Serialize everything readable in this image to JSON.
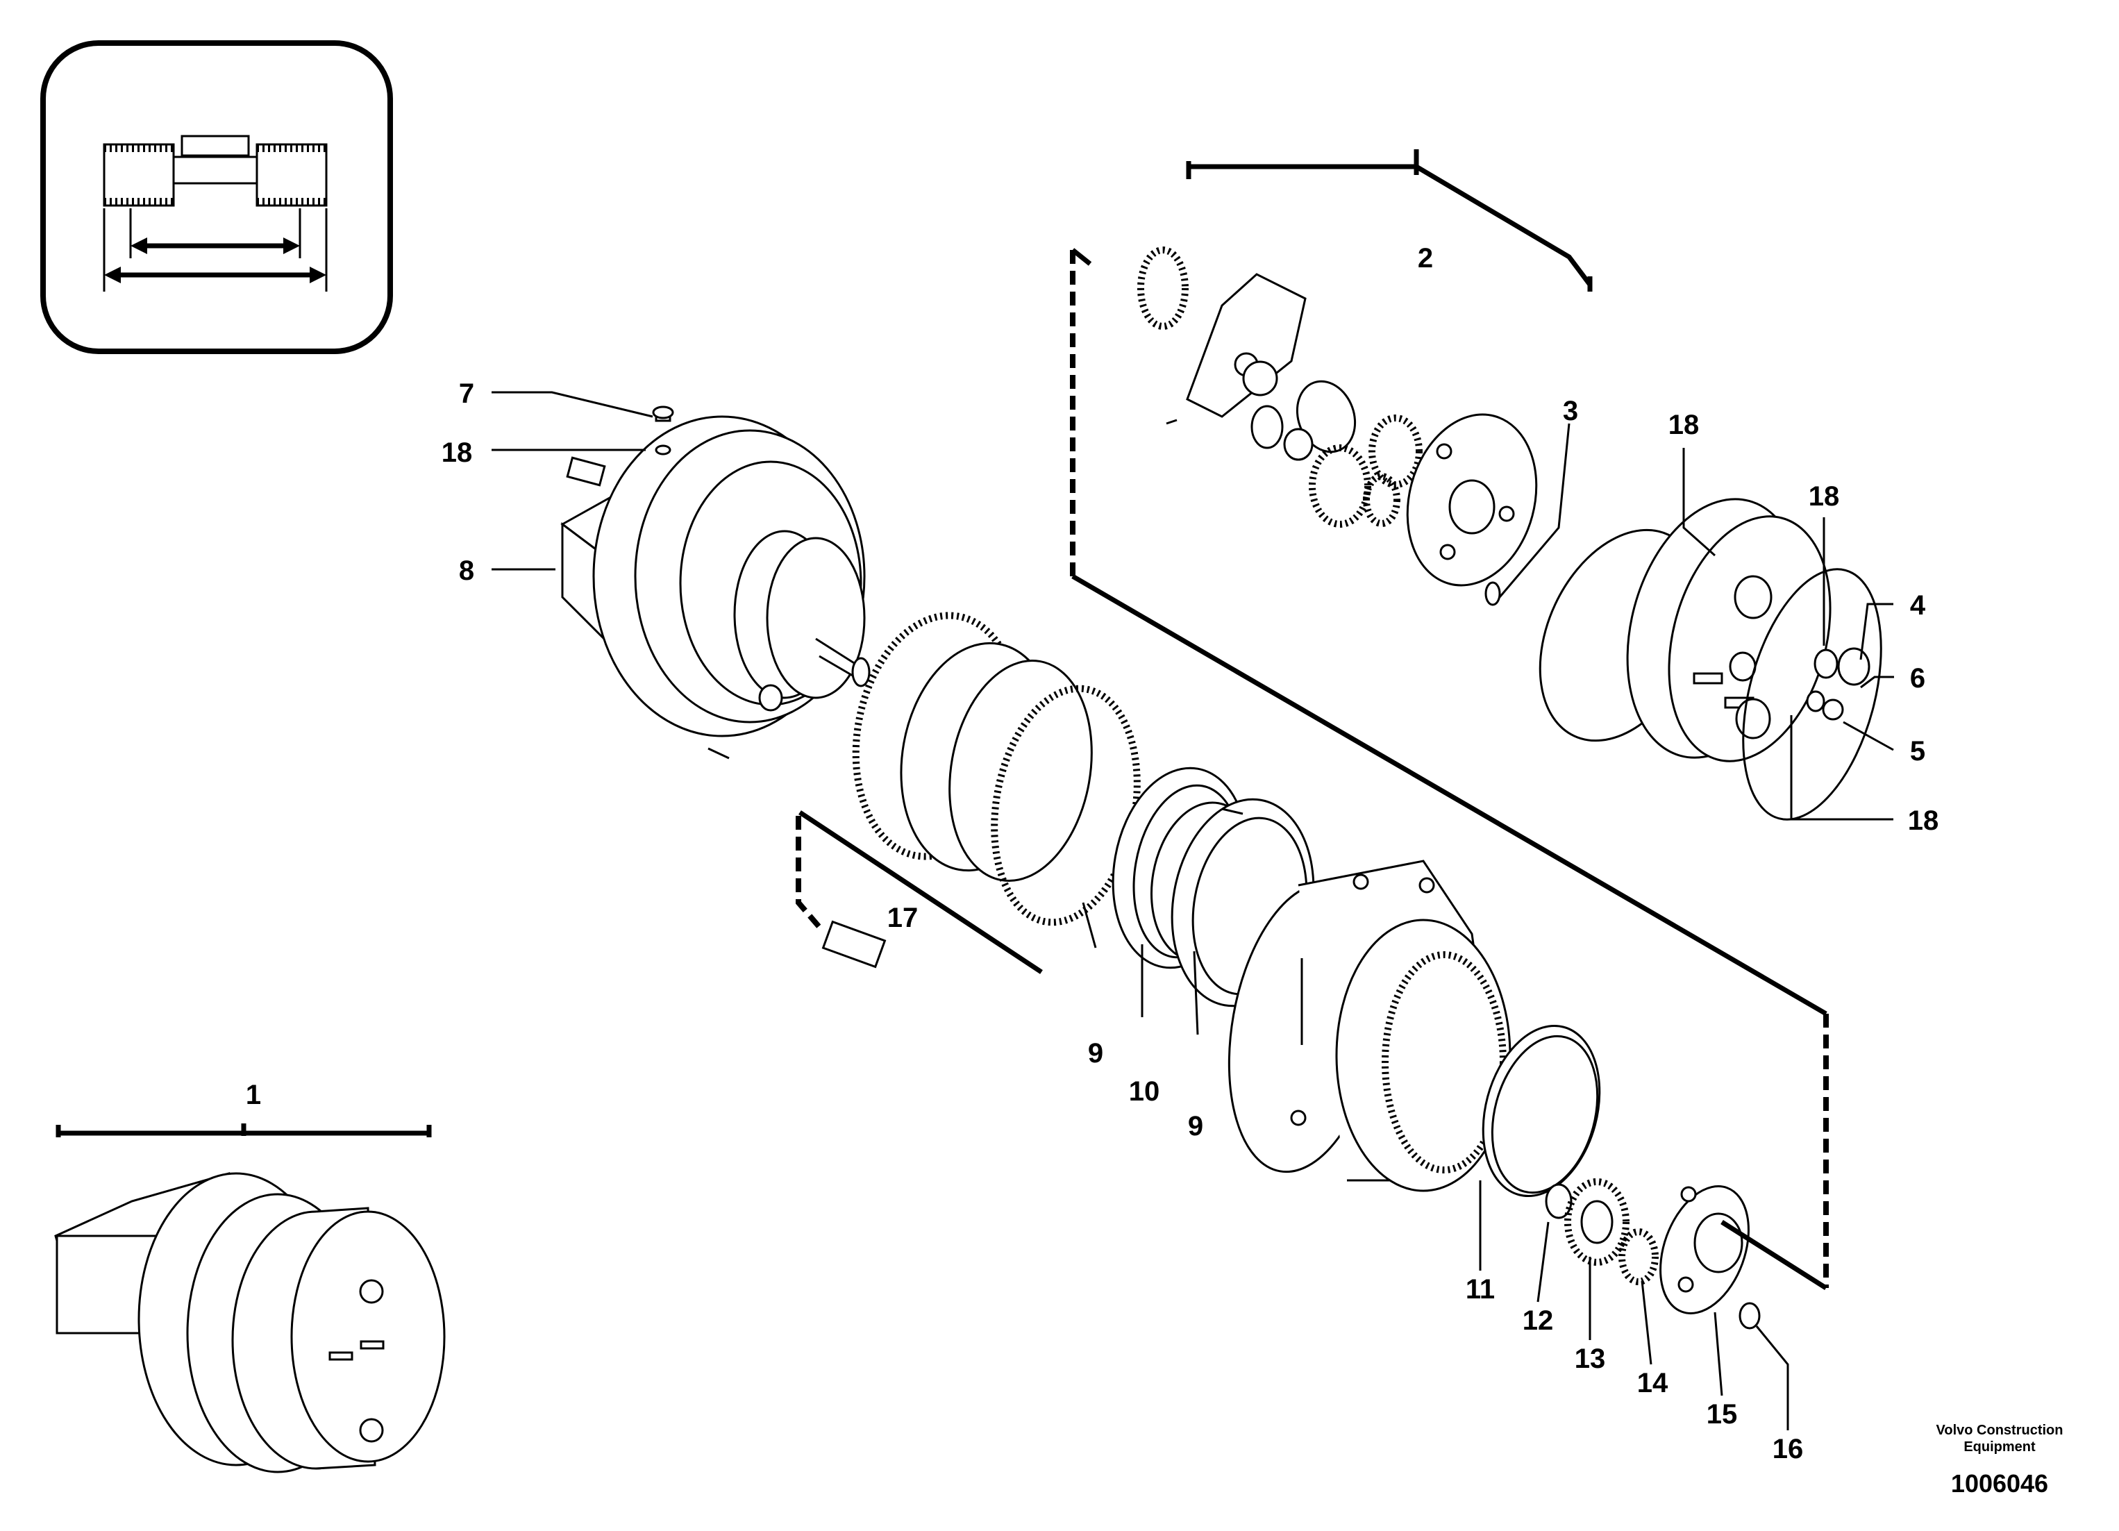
{
  "callouts": {
    "c1": "1",
    "c2": "2",
    "c3": "3",
    "c4": "4",
    "c5": "5",
    "c6": "6",
    "c7": "7",
    "c8": "8",
    "c9a": "9",
    "c9b": "9",
    "c10": "10",
    "c11": "11",
    "c12": "12",
    "c13": "13",
    "c14": "14",
    "c15": "15",
    "c16": "16",
    "c17": "17",
    "c18a": "18",
    "c18b": "18",
    "c18c": "18",
    "c18d": "18"
  },
  "footer": {
    "brand_line1": "Volvo Construction",
    "brand_line2": "Equipment",
    "doc_number": "1006046"
  }
}
